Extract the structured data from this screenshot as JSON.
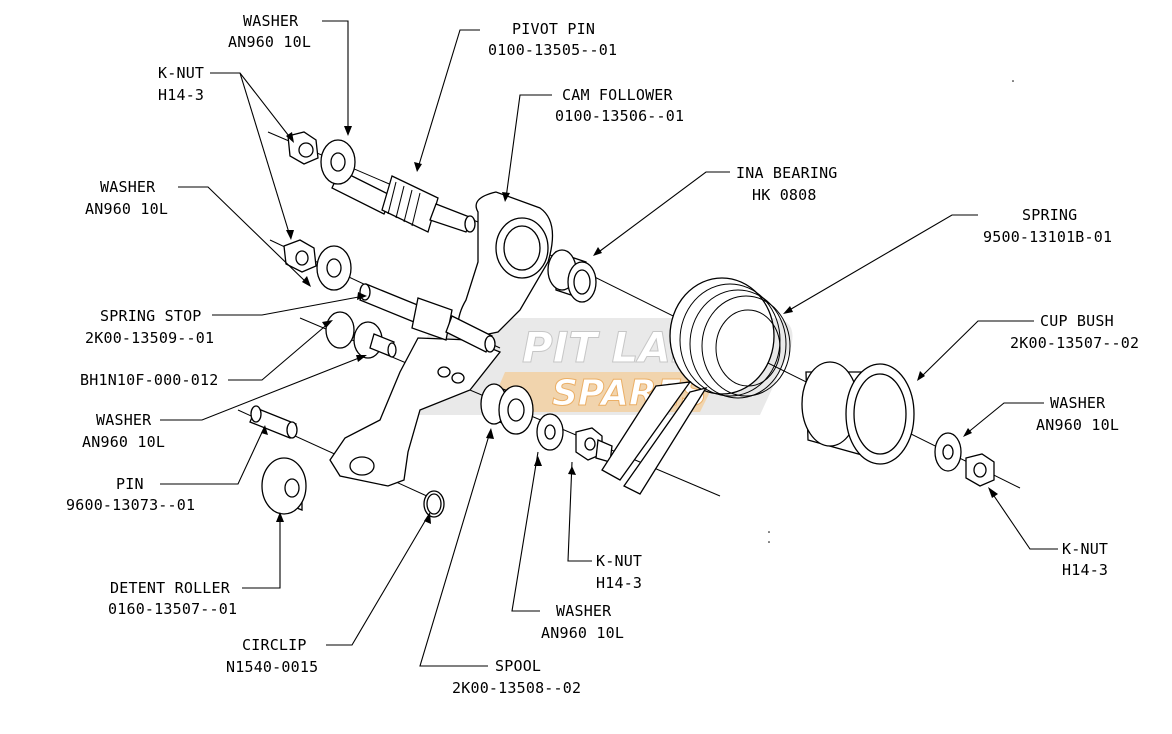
{
  "watermark": {
    "line1": "PIT LANE",
    "line2": "SPARES",
    "accent": "#f7b866",
    "grey": "#c9c9c9"
  },
  "callouts": {
    "washer_top": {
      "name": "WASHER",
      "part": "AN960 10L"
    },
    "pivot_pin": {
      "name": "PIVOT PIN",
      "part": "0100-13505--01"
    },
    "knut_top": {
      "name": "K-NUT",
      "part": "H14-3"
    },
    "cam_follower": {
      "name": "CAM FOLLOWER",
      "part": "0100-13506--01"
    },
    "ina_bearing": {
      "name": "INA BEARING",
      "part": "HK 0808"
    },
    "washer_left": {
      "name": "WASHER",
      "part": "AN960 10L"
    },
    "spring": {
      "name": "SPRING",
      "part": "9500-13101B-01"
    },
    "spring_stop": {
      "name": "SPRING STOP",
      "part": "2K00-13509--01"
    },
    "cup_bush": {
      "name": "CUP BUSH",
      "part": "2K00-13507--02"
    },
    "bhin": {
      "part": "BH1N10F-000-012"
    },
    "washer_right": {
      "name": "WASHER",
      "part": "AN960 10L"
    },
    "washer_mid": {
      "name": "WASHER",
      "part": "AN960 10L"
    },
    "pin": {
      "name": "PIN",
      "part": "9600-13073--01"
    },
    "knut_right": {
      "name": "K-NUT",
      "part": "H14-3"
    },
    "knut_mid": {
      "name": "K-NUT",
      "part": "H14-3"
    },
    "detent_roller": {
      "name": "DETENT ROLLER",
      "part": "0160-13507--01"
    },
    "washer_bottom": {
      "name": "WASHER",
      "part": "AN960 10L"
    },
    "circlip": {
      "name": "CIRCLIP",
      "part": "N1540-0015"
    },
    "spool": {
      "name": "SPOOL",
      "part": "2K00-13508--02"
    }
  }
}
